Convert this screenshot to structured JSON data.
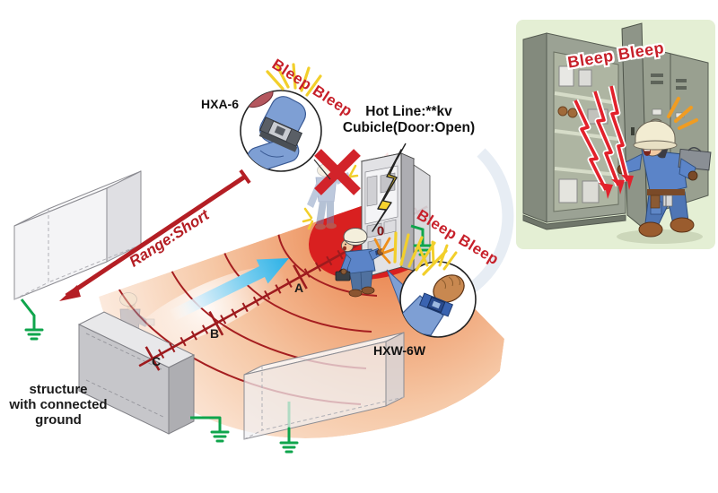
{
  "diagram": {
    "device_labels": {
      "armband": "HXA-6",
      "wrist": "HXW-6W"
    },
    "hotline": {
      "line1": "Hot Line:**kv",
      "line2": "Cubicle(Door:Open)"
    },
    "range_label": "Range:Short",
    "structure_label": {
      "line1": "structure",
      "line2": "with connected",
      "line3": "ground"
    },
    "scale_points": {
      "origin": "0",
      "a": "A",
      "b": "B",
      "c": "C"
    },
    "alarm_top": "Bleep Bleep",
    "alarm_right": "Bleep Bleep"
  },
  "inset": {
    "alarm": "Bleep Bleep"
  },
  "colors": {
    "alarm_red": "#c7202a",
    "range_red": "#b41e24",
    "zone_orange": "#e8763c",
    "danger_zone_red": "#d92020",
    "arrow_blue": "#29b0e6",
    "ground_green": "#0fa54c",
    "inset_background": "#e4efd4"
  }
}
